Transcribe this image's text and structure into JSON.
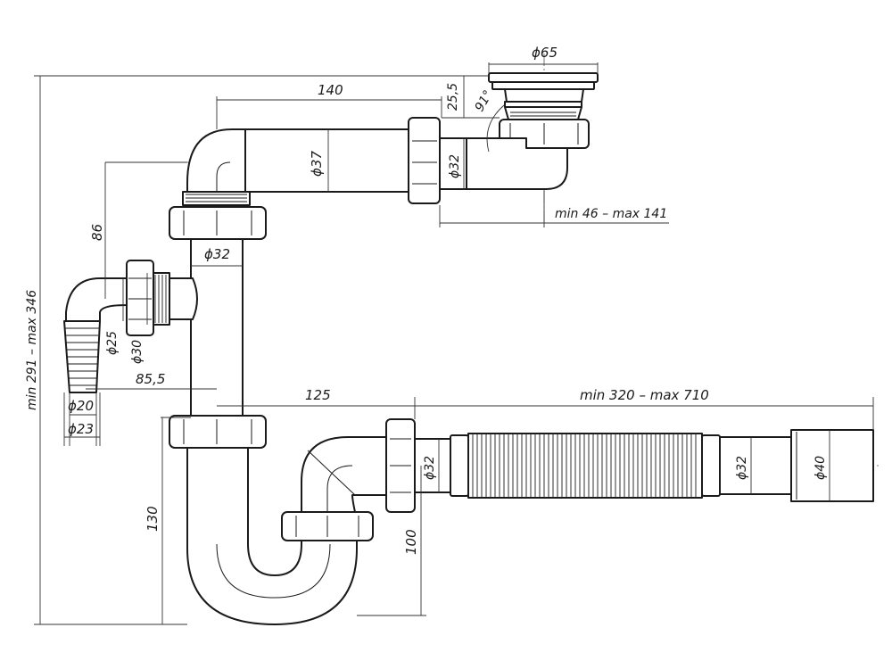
{
  "dimensions": {
    "d65": "ϕ65",
    "h140": "140",
    "h25_5": "25,5",
    "angle91": "91°",
    "d37": "ϕ37",
    "d32_top": "ϕ32",
    "min46_max141": "min 46 – max 141",
    "v86": "86",
    "d32_mid": "ϕ32",
    "height_range": "min 291 – max 346",
    "d25": "ϕ25",
    "d30": "ϕ30",
    "h85_5": "85,5",
    "d20": "ϕ20",
    "d23": "ϕ23",
    "h125": "125",
    "hose_range": "min 320 – max 710",
    "d32_outlet": "ϕ32",
    "d32_hose": "ϕ32",
    "d40": "ϕ40",
    "v130": "130",
    "v100": "100"
  }
}
